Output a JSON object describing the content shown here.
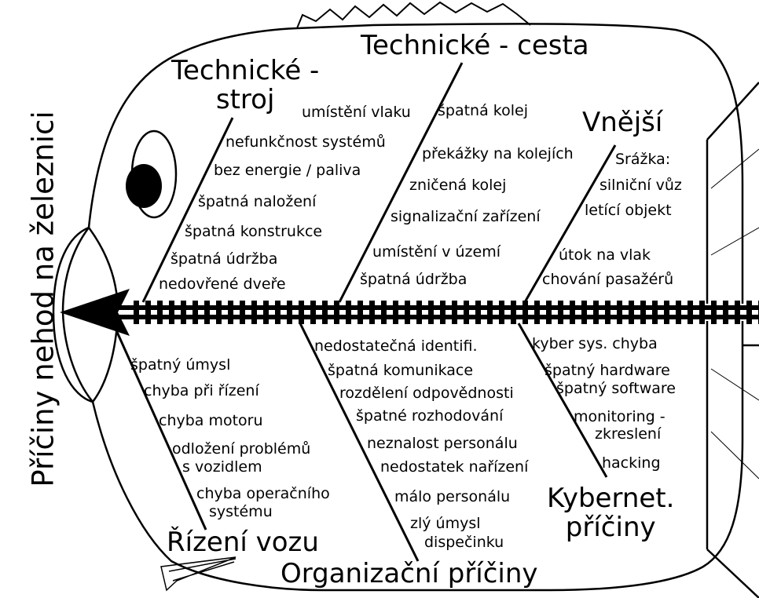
{
  "title": "Příčiny nehod na železnici",
  "categories": [
    {
      "id": "stroj",
      "heading": [
        "Technické -",
        "stroj"
      ],
      "causes": [
        "nefunkčnost systémů",
        "bez energie / paliva",
        "špatná naložení",
        "špatná konstrukce",
        "špatná údržba",
        "nedovřené dveře"
      ]
    },
    {
      "id": "cesta",
      "heading": [
        "Technické - cesta"
      ],
      "causes": [
        "umístění vlaku",
        "špatná kolej",
        "překážky na kolejích",
        "zničená kolej",
        "signalizační zařízení",
        "umístění v území",
        "špatná údržba"
      ]
    },
    {
      "id": "vnejsi",
      "heading": [
        "Vnější"
      ],
      "causes": [
        "Srážka:",
        "silniční vůz",
        "letící objekt",
        "útok na vlak",
        "chování pasažérů"
      ]
    },
    {
      "id": "rizeni",
      "heading": [
        "Řízení vozu"
      ],
      "causes": [
        "špatný úmysl",
        "chyba při řízení",
        "chyba motoru",
        "odložení problémů",
        "s vozidlem",
        "chyba operačního",
        "systému"
      ]
    },
    {
      "id": "organizacni",
      "heading": [
        "Organizační příčiny"
      ],
      "causes": [
        "nedostatečná identifi.",
        "špatná komunikace",
        "rozdělení odpovědnosti",
        "špatné rozhodování",
        "neznalost personálu",
        "nedostatek nařízení",
        "málo personálu",
        "zlý úmysl",
        "dispečinku"
      ]
    },
    {
      "id": "kybernet",
      "heading": [
        "Kybernet.",
        "příčiny"
      ],
      "causes": [
        "kyber sys. chyba",
        "špatný hardware",
        "špatný software",
        "monitoring -",
        "zkreslení",
        "hacking"
      ]
    }
  ]
}
